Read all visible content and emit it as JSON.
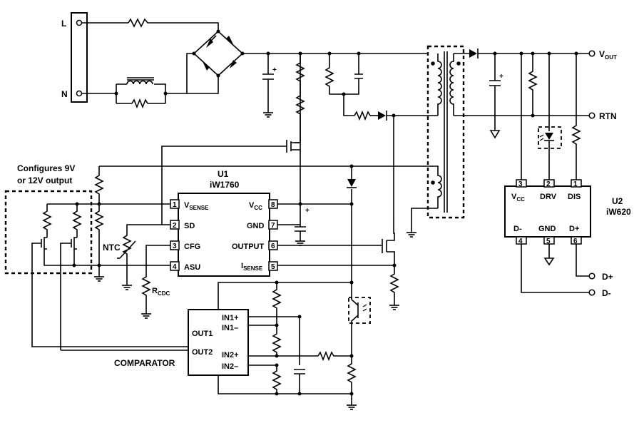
{
  "terminals": {
    "line": "L",
    "neutral": "N",
    "vout": "V",
    "vout_sub": "OUT",
    "rtn": "RTN",
    "dplus": "D+",
    "dminus": "D-"
  },
  "config_note": {
    "line1": "Configures 9V",
    "line2": "or 12V output"
  },
  "u1": {
    "ref": "U1",
    "part": "iW1760",
    "pins": [
      {
        "num": "1",
        "name": "V",
        "sub": "SENSE"
      },
      {
        "num": "2",
        "name": "SD"
      },
      {
        "num": "3",
        "name": "CFG"
      },
      {
        "num": "4",
        "name": "ASU"
      },
      {
        "num": "8",
        "name": "V",
        "sub": "CC"
      },
      {
        "num": "7",
        "name": "GND"
      },
      {
        "num": "6",
        "name": "OUTPUT"
      },
      {
        "num": "5",
        "name": "I",
        "sub": "SENSE"
      }
    ]
  },
  "u2": {
    "ref": "U2",
    "part": "iW620",
    "pins": [
      {
        "num": "3",
        "name": "V",
        "sub": "CC"
      },
      {
        "num": "2",
        "name": "DRV"
      },
      {
        "num": "1",
        "name": "DIS"
      },
      {
        "num": "4",
        "name": "D-"
      },
      {
        "num": "5",
        "name": "GND"
      },
      {
        "num": "6",
        "name": "D+"
      }
    ]
  },
  "comparator": {
    "label": "COMPARATOR",
    "out1": "OUT1",
    "out2": "OUT2",
    "in1p": "IN1+",
    "in1m": "IN1–",
    "in2p": "IN2+",
    "in2m": "IN2–"
  },
  "parts": {
    "ntc": "NTC",
    "rcdc": "R",
    "rcdc_sub": "CDC",
    "plus": "+"
  }
}
